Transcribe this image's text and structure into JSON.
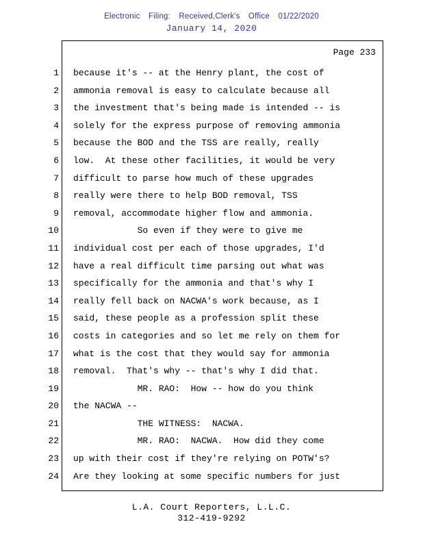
{
  "colors": {
    "header_blue": "#333399"
  },
  "header": {
    "efiling_line": "Electronic Filing: Received,Clerk's Office 01/22/2020",
    "date_line": "January 14, 2020"
  },
  "page": {
    "page_label": "Page 233",
    "lines": [
      {
        "num": "1",
        "text": "because it's -- at the Henry plant, the cost of"
      },
      {
        "num": "2",
        "text": "ammonia removal is easy to calculate because all"
      },
      {
        "num": "3",
        "text": "the investment that's being made is intended -- is"
      },
      {
        "num": "4",
        "text": "solely for the express purpose of removing ammonia"
      },
      {
        "num": "5",
        "text": "because the BOD and the TSS are really, really"
      },
      {
        "num": "6",
        "text": "low.  At these other facilities, it would be very"
      },
      {
        "num": "7",
        "text": "difficult to parse how much of these upgrades"
      },
      {
        "num": "8",
        "text": "really were there to help BOD removal, TSS"
      },
      {
        "num": "9",
        "text": "removal, accommodate higher flow and ammonia."
      },
      {
        "num": "10",
        "text": "            So even if they were to give me"
      },
      {
        "num": "11",
        "text": "individual cost per each of those upgrades, I'd"
      },
      {
        "num": "12",
        "text": "have a real difficult time parsing out what was"
      },
      {
        "num": "13",
        "text": "specifically for the ammonia and that's why I"
      },
      {
        "num": "14",
        "text": "really fell back on NACWA's work because, as I"
      },
      {
        "num": "15",
        "text": "said, these people as a profession split these"
      },
      {
        "num": "16",
        "text": "costs in categories and so let me rely on them for"
      },
      {
        "num": "17",
        "text": "what is the cost that they would say for ammonia"
      },
      {
        "num": "18",
        "text": "removal.  That's why -- that's why I did that."
      },
      {
        "num": "19",
        "text": "            MR. RAO:  How -- how do you think"
      },
      {
        "num": "20",
        "text": "the NACWA --"
      },
      {
        "num": "21",
        "text": "            THE WITNESS:  NACWA."
      },
      {
        "num": "22",
        "text": "            MR. RAO:  NACWA.  How did they come"
      },
      {
        "num": "23",
        "text": "up with their cost if they're relying on POTW's?"
      },
      {
        "num": "24",
        "text": "Are they looking at some specific numbers for just"
      }
    ]
  },
  "footer": {
    "company": "L.A. Court Reporters, L.L.C.",
    "phone": "312-419-9292"
  }
}
